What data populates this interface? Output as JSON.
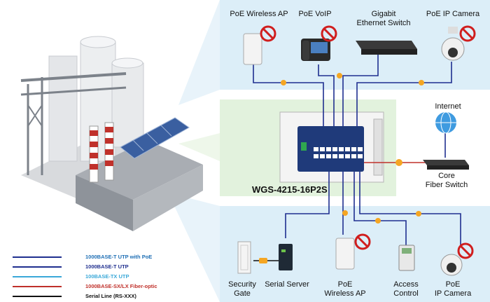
{
  "devices_top": {
    "wireless_ap": "PoE Wireless AP",
    "voip": "PoE VoIP",
    "gigabit_switch": "Gigabit\nEthernet Switch",
    "ip_camera": "PoE IP Camera"
  },
  "internet_label": "Internet",
  "core_switch_label": "Core\nFiber Switch",
  "switch_model": "WGS-4215-16P2S",
  "devices_bottom": {
    "security_gate": "Security\nGate",
    "serial_server": "Serial Server",
    "wireless_ap": "PoE\nWireless AP",
    "access_control": "Access\nControl",
    "ip_camera": "PoE\nIP Camera"
  },
  "legend": [
    {
      "label": "1000BASE-T UTP with PoE",
      "color": "#1f6fb5"
    },
    {
      "label": "1000BASE-T UTP",
      "color": "#1f2f8f"
    },
    {
      "label": "100BASE-TX UTP",
      "color": "#3aa8d8"
    },
    {
      "label": "1000BASE-SX/LX Fiber-optic",
      "color": "#c0312b"
    },
    {
      "label": "Serial Line (RS-XXX)",
      "color": "#111111"
    }
  ],
  "colors": {
    "panel_blue": "#dceef8",
    "panel_green": "#e2f2dd",
    "line_poe": "#1f2f8f",
    "line_utp": "#1f2f8f",
    "line_fiber": "#c0312b",
    "badge_orange": "#f5a623"
  }
}
